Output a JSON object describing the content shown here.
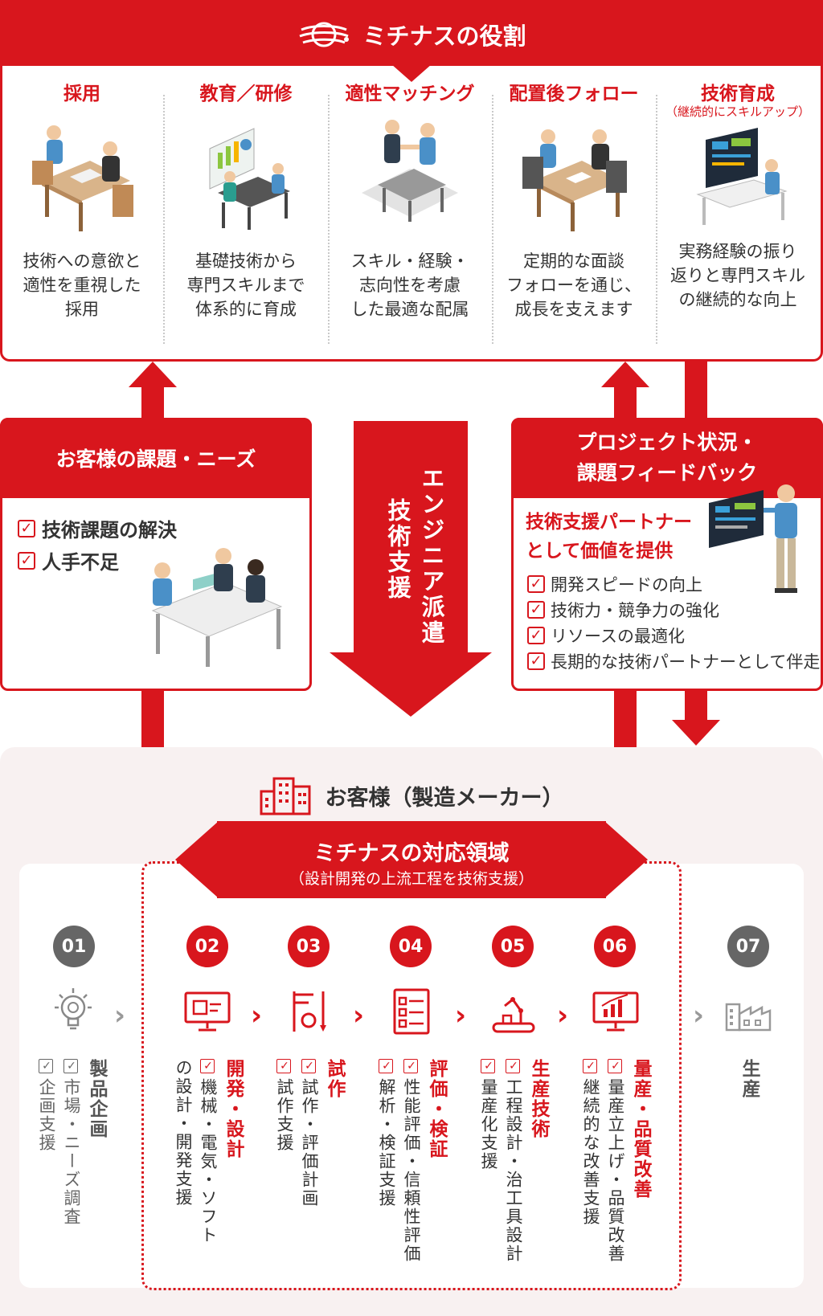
{
  "header": {
    "title": "ミチナスの役割"
  },
  "roles": [
    {
      "title": "採用",
      "subtitle": "",
      "desc": [
        "技術への意欲と",
        "適性を重視した",
        "採用"
      ]
    },
    {
      "title": "教育／研修",
      "subtitle": "",
      "desc": [
        "基礎技術から",
        "専門スキルまで",
        "体系的に育成"
      ]
    },
    {
      "title": "適性マッチング",
      "subtitle": "",
      "desc": [
        "スキル・経験・",
        "志向性を考慮",
        "した最適な配属"
      ]
    },
    {
      "title": "配置後フォロー",
      "subtitle": "",
      "desc": [
        "定期的な面談",
        "フォローを通じ、",
        "成長を支えます"
      ]
    },
    {
      "title": "技術育成",
      "subtitle": "（継続的にスキルアップ）",
      "desc": [
        "実務経験の振り",
        "返りと専門スキル",
        "の継続的な向上"
      ]
    }
  ],
  "needs": {
    "title": "お客様の課題・ニーズ",
    "items": [
      "技術課題の解決",
      "人手不足"
    ]
  },
  "center_arrow": {
    "line1": "エンジニア派遣",
    "line2": "技術支援"
  },
  "feedback": {
    "title_line1": "プロジェクト状況・",
    "title_line2": "課題フィードバック",
    "subtitle_line1": "技術支援パートナー",
    "subtitle_line2": "として価値を提供",
    "items": [
      "開発スピードの向上",
      "技術力・競争力の強化",
      "リソースの最適化",
      "長期的な技術パートナーとして伴走"
    ]
  },
  "customer": {
    "title": "お客様（製造メーカー）"
  },
  "scope": {
    "title": "ミチナスの対応領域",
    "subtitle": "（設計開発の上流工程を技術支援）"
  },
  "steps": [
    {
      "num": "01",
      "title": "製品企画",
      "items": [
        "市場・ニーズ調査",
        "企画支援"
      ],
      "active": false
    },
    {
      "num": "02",
      "title": "開発・設計",
      "items": [
        "機械・電気・ソフトの設計・開発支援"
      ],
      "active": true
    },
    {
      "num": "03",
      "title": "試作",
      "items": [
        "試作・評価計画",
        "試作支援"
      ],
      "active": true
    },
    {
      "num": "04",
      "title": "評価・検証",
      "items": [
        "性能評価・信頼性評価",
        "解析・検証支援"
      ],
      "active": true
    },
    {
      "num": "05",
      "title": "生産技術",
      "items": [
        "工程設計・治工具設計",
        "量産化支援"
      ],
      "active": true
    },
    {
      "num": "06",
      "title": "量産・品質改善",
      "items": [
        "量産立上げ・品質改善",
        "継続的な改善支援"
      ],
      "active": true
    },
    {
      "num": "07",
      "title": "生産",
      "items": [],
      "active": false
    }
  ],
  "colors": {
    "accent": "#d8161d",
    "inactive": "#666666"
  }
}
